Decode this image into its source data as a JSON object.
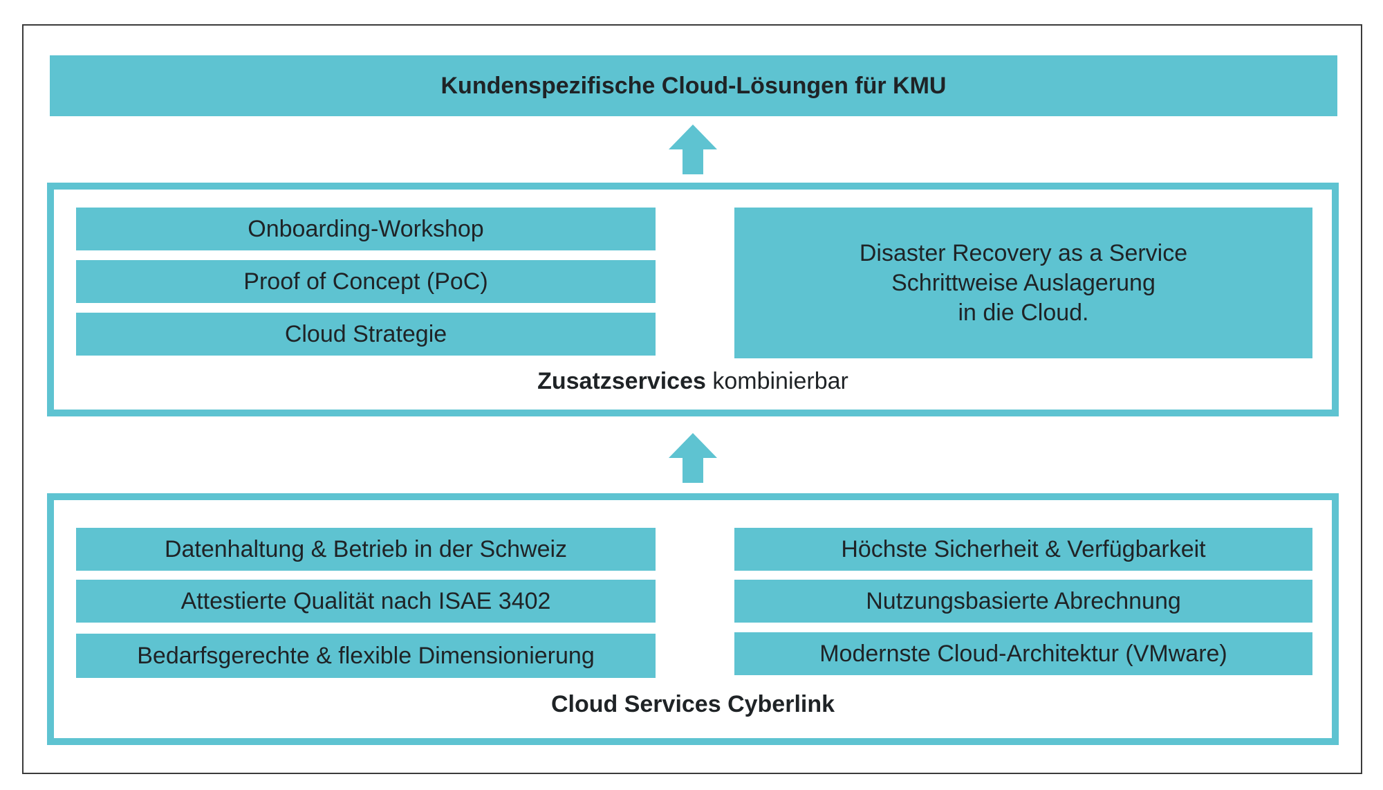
{
  "title": "Kundenspezifische Cloud-Lösungen für KMU",
  "zusatz": {
    "items": [
      "Onboarding-Workshop",
      "Proof of Concept (PoC)",
      "Cloud Strategie"
    ],
    "dr_lines": [
      "Disaster Recovery as a Service",
      "Schrittweise Auslagerung",
      "in die Cloud."
    ],
    "caption_bold": "Zusatzservices",
    "caption_normal": " kombinierbar"
  },
  "cloud_services": {
    "left_items": [
      "Datenhaltung & Betrieb in der Schweiz",
      "Attestierte Qualität nach ISAE 3402",
      "Bedarfsgerechte & flexible Dimensionierung"
    ],
    "right_items": [
      "Höchste Sicherheit & Verfügbarkeit",
      "Nutzungsbasierte Abrechnung",
      "Modernste Cloud-Architektur (VMware)"
    ],
    "caption": "Cloud Services Cyberlink"
  },
  "colors": {
    "accent": "#5ec3d1",
    "text": "#1f2326",
    "frame": "#3a3a3a"
  },
  "icons": [
    "arrow-up-icon",
    "arrow-up-icon"
  ]
}
